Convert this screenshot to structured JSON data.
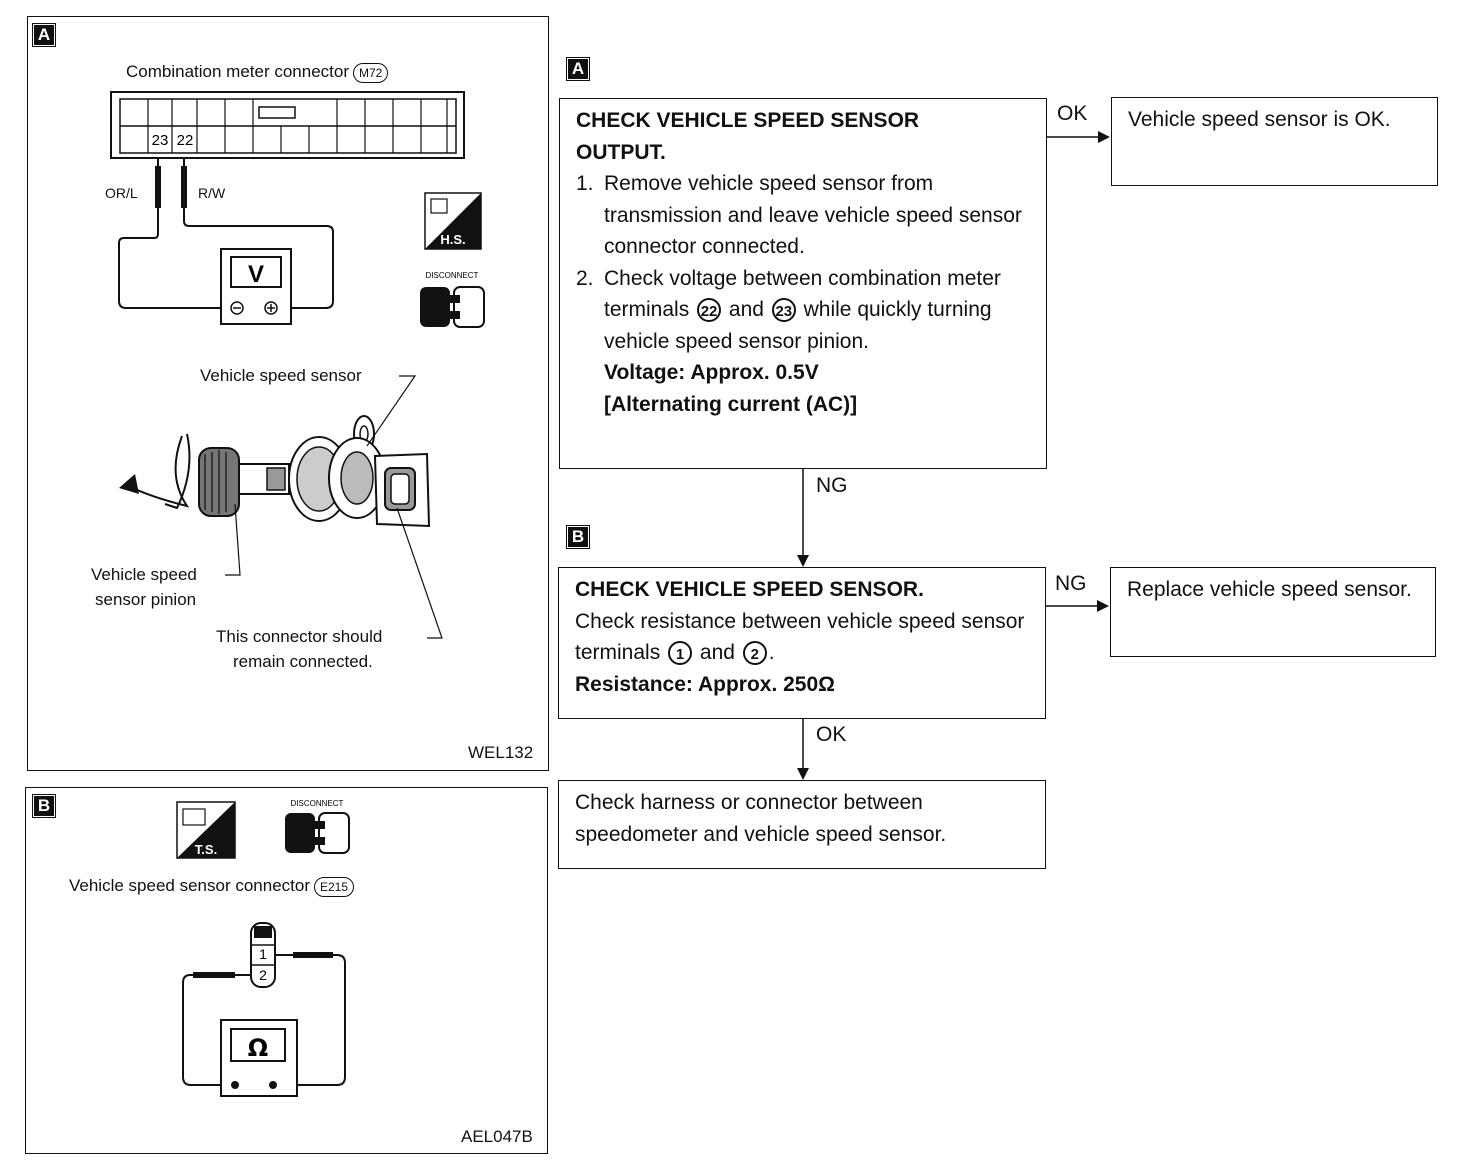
{
  "panel_a": {
    "tag": "A",
    "connector_title": "Combination meter connector",
    "connector_code": "M72",
    "terminal_23": "23",
    "terminal_22": "22",
    "wire_left": "OR/L",
    "wire_right": "R/W",
    "meter_symbol": "V",
    "hs_label": "H.S.",
    "disconnect_label": "DISCONNECT",
    "sensor_label": "Vehicle speed sensor",
    "pinion_label_1": "Vehicle speed",
    "pinion_label_2": "sensor pinion",
    "connector_note_1": "This connector should",
    "connector_note_2": "remain connected.",
    "figure_code": "WEL132"
  },
  "panel_b": {
    "tag": "B",
    "ts_label": "T.S.",
    "disconnect_label": "DISCONNECT",
    "connector_title": "Vehicle speed sensor connector",
    "connector_code": "E215",
    "terminal_1": "1",
    "terminal_2": "2",
    "meter_symbol": "Ω",
    "figure_code": "AEL047B"
  },
  "flow": {
    "tag_a": "A",
    "tag_b": "B",
    "step_a": {
      "title_1": "CHECK VEHICLE SPEED SENSOR",
      "title_2": "OUTPUT.",
      "item1_num": "1.",
      "item1_text": "Remove vehicle speed sensor from transmission and leave vehicle speed sensor connector connected.",
      "item2_num": "2.",
      "item2_text_a": "Check voltage between combination meter terminals",
      "item2_term1": "22",
      "item2_and": "and",
      "item2_term2": "23",
      "item2_text_b": "while quickly turning vehicle speed sensor pinion.",
      "spec_1": "Voltage: Approx. 0.5V",
      "spec_2": "[Alternating current (AC)]"
    },
    "ok_a": "OK",
    "result_ok_a": "Vehicle speed sensor is OK.",
    "ng_a": "NG",
    "step_b": {
      "title": "CHECK VEHICLE SPEED SENSOR.",
      "text_a": "Check resistance between vehicle speed sensor terminals",
      "term1": "1",
      "and": "and",
      "term2": "2",
      "period": ".",
      "spec": "Resistance: Approx. 250Ω"
    },
    "ng_b": "NG",
    "result_ng_b": "Replace vehicle speed sensor.",
    "ok_b": "OK",
    "final": "Check harness or connector between speedometer and vehicle speed sensor."
  }
}
